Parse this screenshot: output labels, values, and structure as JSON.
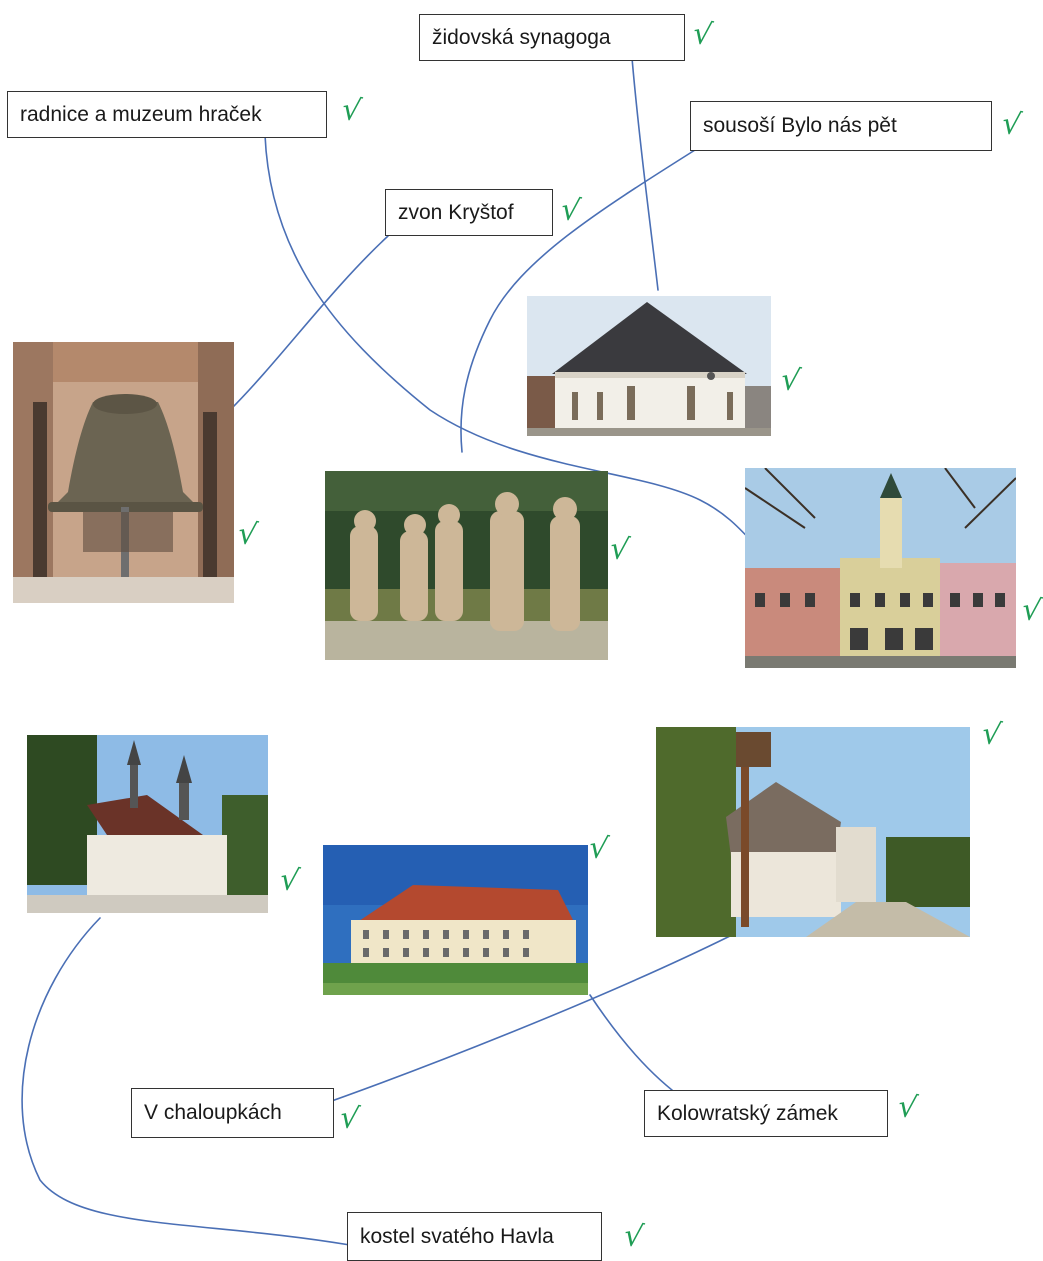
{
  "labels": {
    "synagoga": "židovská synagoga",
    "radnice": "radnice a muzeum hraček",
    "sousosi": "sousoší Bylo nás pět",
    "zvon": "zvon Kryštof",
    "chaloupky": "V chaloupkách",
    "zamek": "Kolowratský zámek",
    "kostel": "kostel svatého Havla"
  },
  "check_mark": "√",
  "colors": {
    "line": "#4a6fb5",
    "check": "#1f9d55",
    "border": "#333333"
  }
}
